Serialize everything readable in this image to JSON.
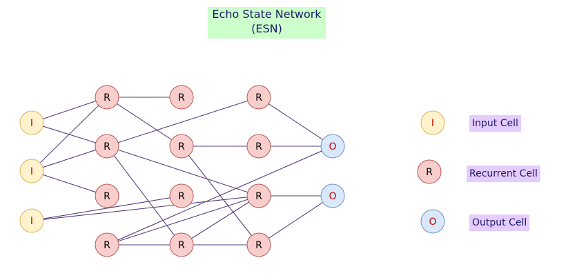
{
  "title": {
    "line1": "Echo State Network",
    "line2": "(ESN)"
  },
  "colors": {
    "edge": "#563d7c",
    "input_fill": "#fff2cc",
    "input_stroke": "#d6b656",
    "input_text": "#cc0000",
    "recurrent_fill": "#f8cecc",
    "recurrent_stroke": "#b85450",
    "recurrent_text": "#000000",
    "output_fill": "#dae8fc",
    "output_stroke": "#6c8ebf",
    "output_text": "#cc0000",
    "title_bg": "#ccffcc",
    "legend_bg": "#e5ccff"
  },
  "nodes": [
    {
      "id": "i1",
      "kind": "input",
      "label": "I"
    },
    {
      "id": "i2",
      "kind": "input",
      "label": "I"
    },
    {
      "id": "i3",
      "kind": "input",
      "label": "I"
    },
    {
      "id": "r11",
      "kind": "recurrent",
      "label": "R"
    },
    {
      "id": "r12",
      "kind": "recurrent",
      "label": "R"
    },
    {
      "id": "r13",
      "kind": "recurrent",
      "label": "R"
    },
    {
      "id": "r14",
      "kind": "recurrent",
      "label": "R"
    },
    {
      "id": "r21",
      "kind": "recurrent",
      "label": "R"
    },
    {
      "id": "r22",
      "kind": "recurrent",
      "label": "R"
    },
    {
      "id": "r23",
      "kind": "recurrent",
      "label": "R"
    },
    {
      "id": "r24",
      "kind": "recurrent",
      "label": "R"
    },
    {
      "id": "r31",
      "kind": "recurrent",
      "label": "R"
    },
    {
      "id": "r32",
      "kind": "recurrent",
      "label": "R"
    },
    {
      "id": "r33",
      "kind": "recurrent",
      "label": "R"
    },
    {
      "id": "r34",
      "kind": "recurrent",
      "label": "R"
    },
    {
      "id": "o1",
      "kind": "output",
      "label": "O"
    },
    {
      "id": "o2",
      "kind": "output",
      "label": "O"
    }
  ],
  "edges": [
    [
      "i1",
      "r11"
    ],
    [
      "i1",
      "r12"
    ],
    [
      "i2",
      "r11"
    ],
    [
      "i2",
      "r12"
    ],
    [
      "i2",
      "r13"
    ],
    [
      "i3",
      "r23"
    ],
    [
      "i3",
      "r33"
    ],
    [
      "r11",
      "r21"
    ],
    [
      "r11",
      "r22"
    ],
    [
      "r12",
      "r31"
    ],
    [
      "r12",
      "r24"
    ],
    [
      "r12",
      "r33"
    ],
    [
      "r14",
      "r24"
    ],
    [
      "r14",
      "r33"
    ],
    [
      "r14",
      "o1"
    ],
    [
      "r22",
      "r32"
    ],
    [
      "r22",
      "r34"
    ],
    [
      "r24",
      "r33"
    ],
    [
      "r24",
      "r34"
    ],
    [
      "r31",
      "o1"
    ],
    [
      "r32",
      "o1"
    ],
    [
      "r33",
      "o2"
    ],
    [
      "r34",
      "o2"
    ]
  ],
  "legend": [
    {
      "kind": "input",
      "symbol": "I",
      "text": "Input Cell"
    },
    {
      "kind": "recurrent",
      "symbol": "R",
      "text": "Recurrent Cell"
    },
    {
      "kind": "output",
      "symbol": "O",
      "text": "Output Cell"
    }
  ]
}
